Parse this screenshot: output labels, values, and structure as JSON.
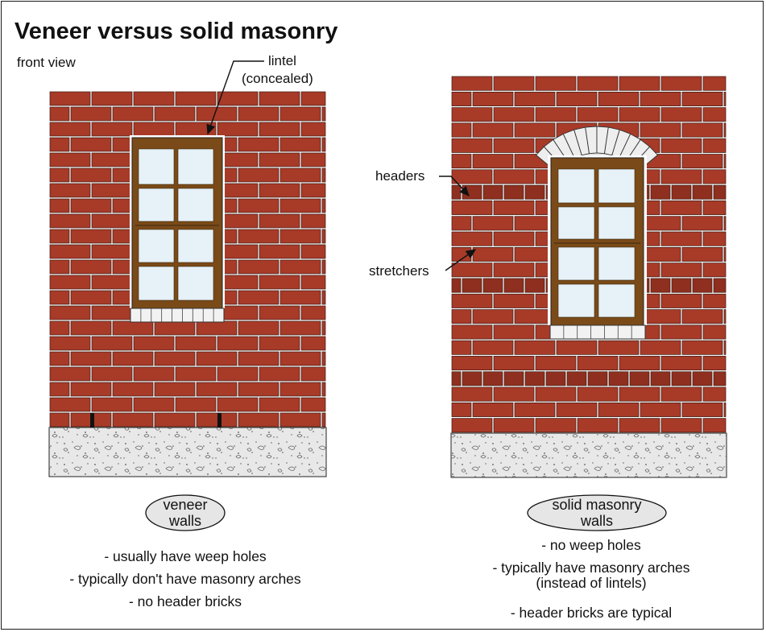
{
  "title": "Veneer versus solid masonry",
  "view_label": "front view",
  "callouts": {
    "lintel_line1": "lintel",
    "lintel_line2": "(concealed)",
    "headers": "headers",
    "stretchers": "stretchers"
  },
  "veneer": {
    "badge_line1": "veneer",
    "badge_line2": "walls",
    "notes": [
      "- usually have weep holes",
      "- typically don't have masonry arches",
      "- no header bricks"
    ]
  },
  "solid": {
    "badge_line1": "solid masonry",
    "badge_line2": "walls",
    "notes": [
      "- no weep holes",
      "- typically  have masonry arches",
      "(instead of lintels)",
      "- header bricks are typical"
    ]
  },
  "colors": {
    "brick": "#a83a28",
    "brick_dark": "#8f2f1f",
    "mortar": "#ffffff",
    "window_frame": "#7a4a18",
    "glass": "#e6f1f8",
    "sill": "#f2f2f2",
    "foundation": "#e8e8e8",
    "arch": "#eeeeee"
  }
}
